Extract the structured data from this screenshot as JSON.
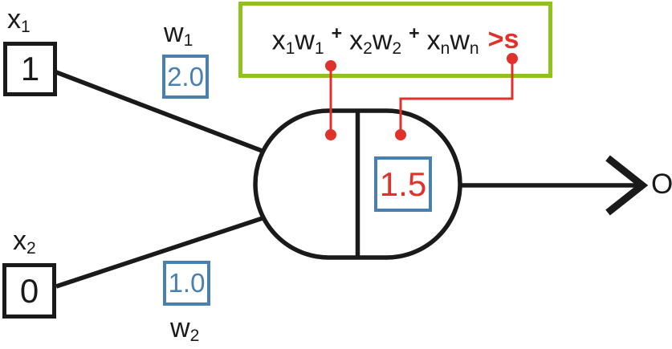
{
  "title": "perceptron-threshold-diagram",
  "colors": {
    "green": "#90c11d",
    "blue": "#4a80b0",
    "red": "#e2312b",
    "black": "#1a1a1a"
  },
  "inputs": {
    "x1": {
      "label_base": "x",
      "label_sub": "1",
      "value": "1"
    },
    "x2": {
      "label_base": "x",
      "label_sub": "2",
      "value": "0"
    }
  },
  "weights": {
    "w1": {
      "label_base": "w",
      "label_sub": "1",
      "value": "2.0"
    },
    "w2": {
      "label_base": "w",
      "label_sub": "2",
      "value": "1.0"
    }
  },
  "formula": {
    "x": "x",
    "w": "w",
    "sub1": "1",
    "sub2": "2",
    "subn": "n",
    "plus": "+",
    "comparison": ">s"
  },
  "neuron": {
    "threshold": "1.5"
  },
  "output": {
    "label": "O"
  }
}
